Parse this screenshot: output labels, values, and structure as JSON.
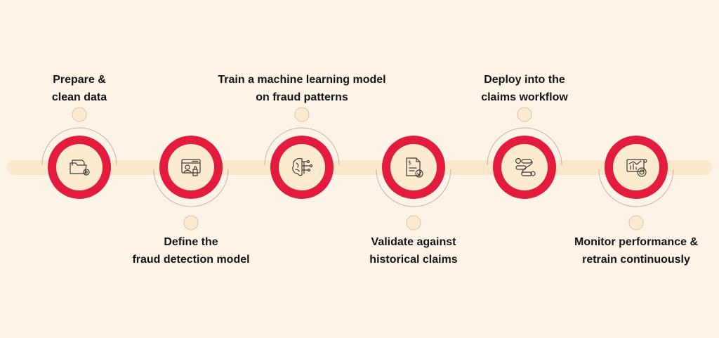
{
  "colors": {
    "background": "#fdf3e6",
    "track": "#fbe8c8",
    "ring": "#e21b3f",
    "ring_fill": "#fdebcf",
    "connector_dot": "#fdebcf",
    "connector_dot_stroke": "#d9c2a3",
    "arc": "#bdb5a8",
    "icon_stroke": "#3a3a3a",
    "text": "#141414"
  },
  "steps": [
    {
      "id": "prepare",
      "lines": [
        "Prepare &",
        "clean data"
      ],
      "position": "top",
      "icon": "folder-gear-icon"
    },
    {
      "id": "define",
      "lines": [
        "Define the",
        "fraud detection model"
      ],
      "position": "bottom",
      "icon": "browser-lock-icon"
    },
    {
      "id": "train",
      "lines": [
        "Train a machine learning model",
        "on fraud patterns"
      ],
      "position": "top",
      "icon": "brain-circuit-icon"
    },
    {
      "id": "validate",
      "lines": [
        "Validate against",
        "historical claims"
      ],
      "position": "bottom",
      "icon": "invoice-check-icon"
    },
    {
      "id": "deploy",
      "lines": [
        "Deploy into the",
        "claims workflow"
      ],
      "position": "top",
      "icon": "workflow-icon"
    },
    {
      "id": "monitor",
      "lines": [
        "Monitor performance &",
        "retrain continuously"
      ],
      "position": "bottom",
      "icon": "analytics-monitor-icon"
    }
  ]
}
